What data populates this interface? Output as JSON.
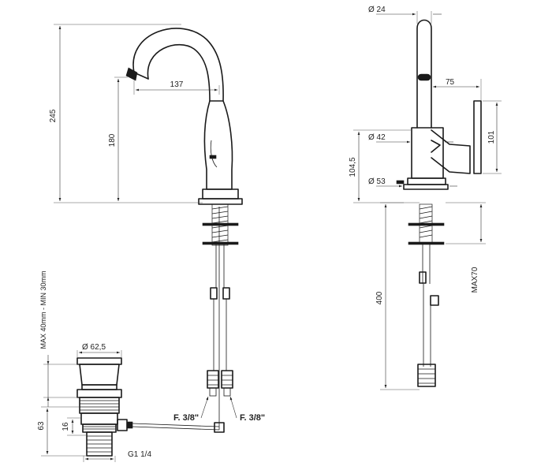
{
  "dimensions": {
    "height_total": "245",
    "spout_height": "180",
    "spout_reach": "137",
    "tube_diameter": "Ø 24",
    "handle_reach": "75",
    "handle_height": "101",
    "body_diameter": "Ø 42",
    "base_diameter": "Ø 53",
    "body_height": "104,5",
    "hose_length": "400",
    "max_thickness": "MAX70",
    "waste_diameter": "Ø 62,5",
    "waste_thickness": "MAX 40mm - MIN 30mm",
    "waste_height": "63",
    "waste_offset": "16",
    "waste_thread": "G1 1/4"
  },
  "connections": {
    "left": "F. 3/8\"",
    "right": "F. 3/8\""
  }
}
